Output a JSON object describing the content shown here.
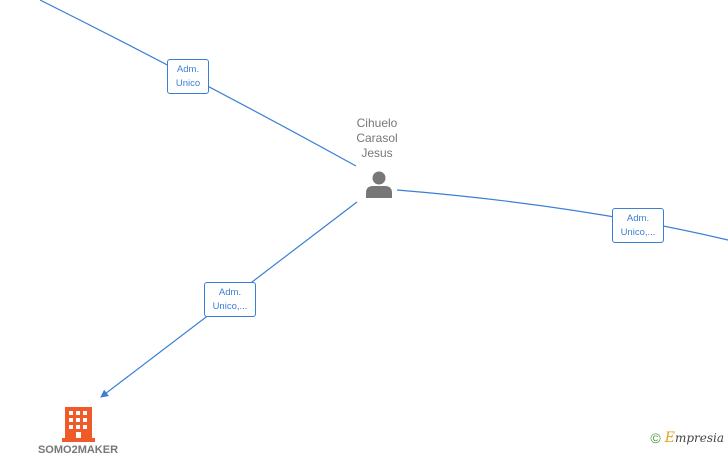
{
  "person": {
    "name_lines": [
      "Cihuelo",
      "Carasol",
      "Jesus"
    ],
    "icon": "person-icon",
    "icon_color": "#777777"
  },
  "company": {
    "name": "SOMO2MAKER",
    "icon": "building-icon",
    "icon_color": "#f05a28"
  },
  "relations": [
    {
      "label_lines": [
        "Adm.",
        "Unico"
      ]
    },
    {
      "label_lines": [
        "Adm.",
        "Unico,..."
      ]
    },
    {
      "label_lines": [
        "Adm.",
        "Unico,..."
      ]
    }
  ],
  "colors": {
    "edge": "#3a7fd5",
    "label_text": "#3a7fd5"
  },
  "watermark": {
    "symbol": "©",
    "brand_first": "E",
    "brand_rest": "mpresia"
  }
}
